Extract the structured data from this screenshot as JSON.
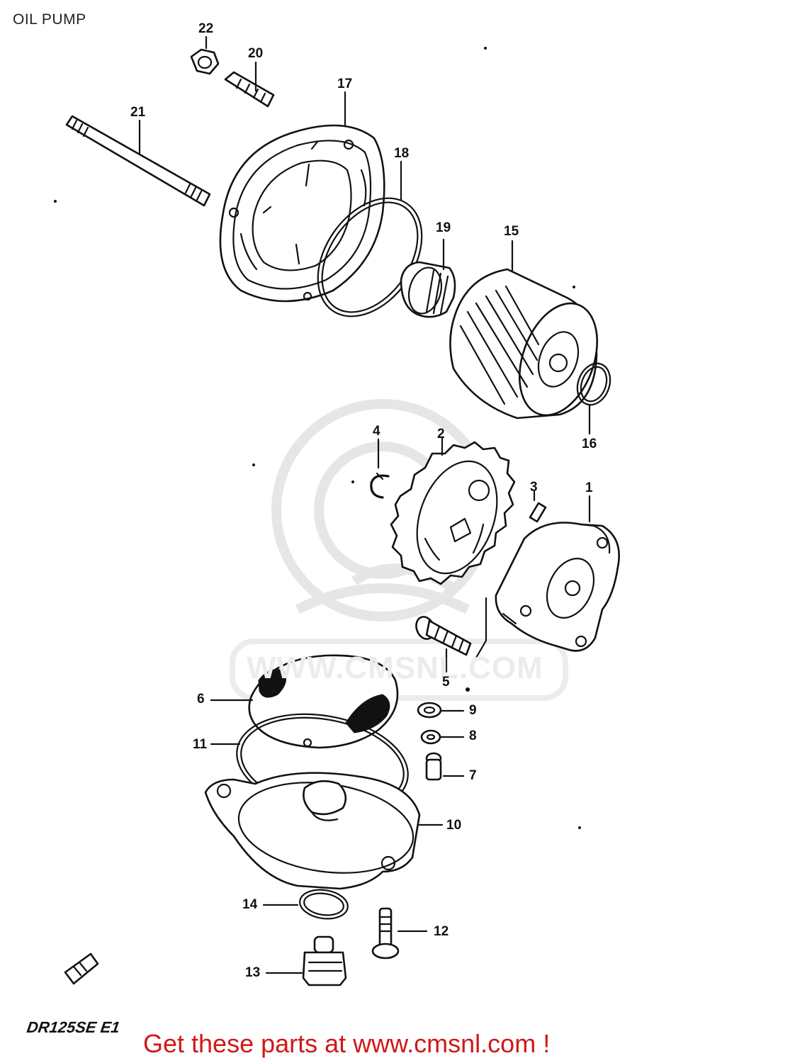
{
  "header": {
    "title": "OIL PUMP"
  },
  "footer": {
    "model_code": "DR125SE E1",
    "promo": "Get these parts at www.cmsnl.com !"
  },
  "watermark": {
    "text": "WWW.CMSNL.COM"
  },
  "callouts": [
    "1",
    "2",
    "3",
    "4",
    "5",
    "6",
    "7",
    "8",
    "9",
    "10",
    "11",
    "12",
    "13",
    "14",
    "15",
    "16",
    "17",
    "18",
    "19",
    "20",
    "21",
    "22"
  ],
  "colors": {
    "promo_text": "#d01818",
    "line_art": "#111111",
    "watermark": "#e6e6e6"
  }
}
